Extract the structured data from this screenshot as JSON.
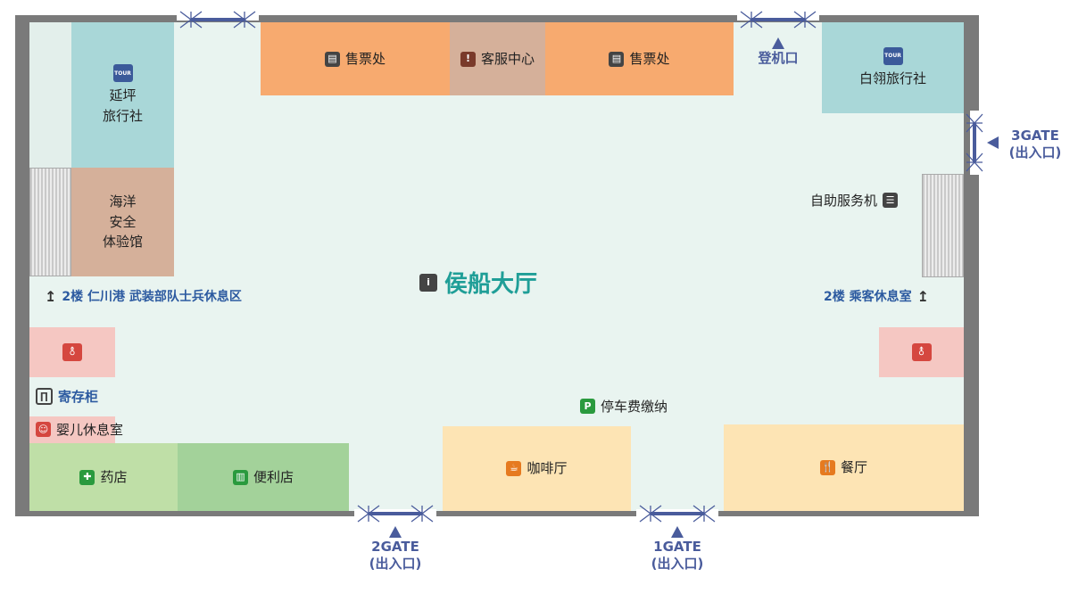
{
  "hall": {
    "label": "侯船大厅"
  },
  "rooms": {
    "ticket_left": "售票处",
    "service_center": "客服中心",
    "ticket_right": "售票处",
    "boarding_gate": "登机口",
    "travel_agency_left": "延坪\n旅行社",
    "travel_agency_right": "白翎旅行社",
    "safety_hall": "海洋\n安全\n体验馆",
    "self_service": "自助服务机",
    "pharmacy": "药店",
    "convenience_store": "便利店",
    "cafe": "咖啡厅",
    "restaurant": "餐厅",
    "locker": "寄存柜",
    "baby_room": "婴儿休息室",
    "parking_payment": "停车费缴纳"
  },
  "stairs": {
    "left": "2楼 仁川港 武装部队士兵休息区",
    "right": "2楼 乘客休息室"
  },
  "gates": {
    "gate3_name": "3GATE",
    "gate3_sub": "(出入口)",
    "gate2_name": "2GATE",
    "gate2_sub": "(出入口)",
    "gate1_name": "1GATE",
    "gate1_sub": "(出入口)"
  },
  "icons": {
    "tour": "TOUR",
    "parking": "P"
  },
  "colors": {
    "wall": "#7a7a7a",
    "hall_text": "#1f9e97",
    "gate_text": "#4a5c9c",
    "stair_text": "#2c5aa0"
  }
}
